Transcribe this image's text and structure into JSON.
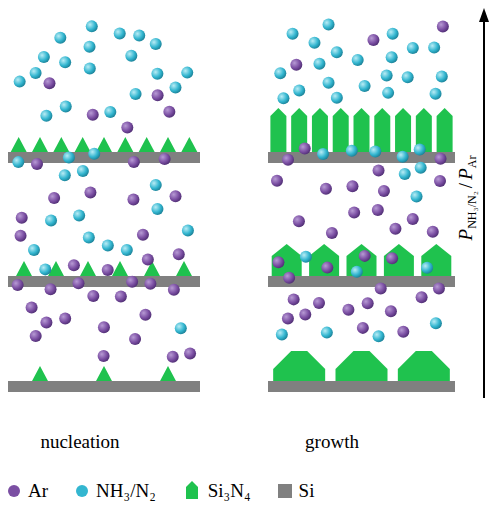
{
  "diagram": {
    "labels": [
      "nucleation",
      "growth",
      "P",
      "NH₃/N₂",
      "/",
      "P",
      "Ar"
    ],
    "legend": [
      {
        "text": "Ar",
        "color": "#7b4fa3"
      },
      {
        "text": "NH₃/N₂",
        "color": "#33b6d0"
      },
      {
        "text": "Si₃N₄",
        "color": "#1fc24e"
      },
      {
        "text": "Si",
        "color": "#808080"
      }
    ]
  }
}
